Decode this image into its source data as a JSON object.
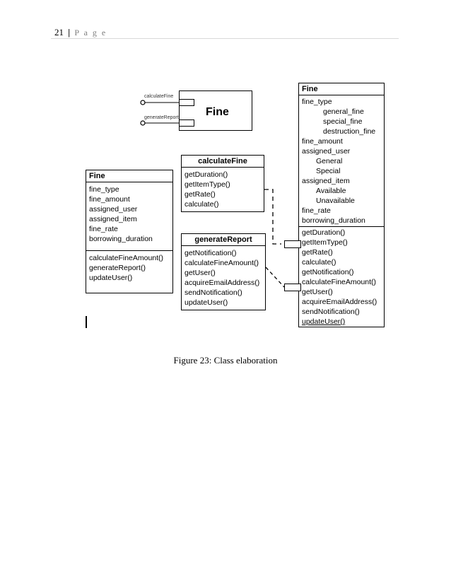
{
  "header": {
    "page_number": "21",
    "separator": "|",
    "page_word": "P a g e"
  },
  "component": {
    "title": "Fine",
    "interfaces": [
      "calculateFine",
      "generateReport"
    ]
  },
  "fine_class_left": {
    "title": "Fine",
    "attributes": [
      "fine_type",
      "fine_amount",
      "assigned_user",
      "assigned_item",
      "fine_rate",
      "borrowing_duration"
    ],
    "methods": [
      "calculateFineAmount()",
      "generateReport()",
      "updateUser()"
    ]
  },
  "calculate_fine_interface": {
    "title": "calculateFine",
    "methods": [
      "getDuration()",
      "getItemType()",
      "getRate()",
      "calculate()"
    ]
  },
  "generate_report_interface": {
    "title": "generateReport",
    "methods": [
      "getNotification()",
      "calculateFineAmount()",
      "getUser()",
      "acquireEmailAddress()",
      "sendNotification()",
      "updateUser()"
    ]
  },
  "fine_class_right": {
    "title": "Fine",
    "attr_fine_type": "fine_type",
    "fine_types": [
      "general_fine",
      "special_fine",
      "destruction_fine"
    ],
    "attr_fine_amount": "fine_amount",
    "attr_assigned_user": "assigned_user",
    "user_types": [
      "General",
      "Special"
    ],
    "attr_assigned_item": "assigned_item",
    "item_states": [
      "Available",
      "Unavailable"
    ],
    "attr_fine_rate": "fine_rate",
    "attr_borrowing_duration": "borrowing_duration",
    "methods": [
      "getDuration()",
      "getItemType()",
      "getRate()",
      "calculate()",
      "getNotification()",
      "calculateFineAmount()",
      "getUser()",
      "acquireEmailAddress()",
      "sendNotification()",
      "updateUser()"
    ]
  },
  "caption": "Figure 23: Class elaboration"
}
